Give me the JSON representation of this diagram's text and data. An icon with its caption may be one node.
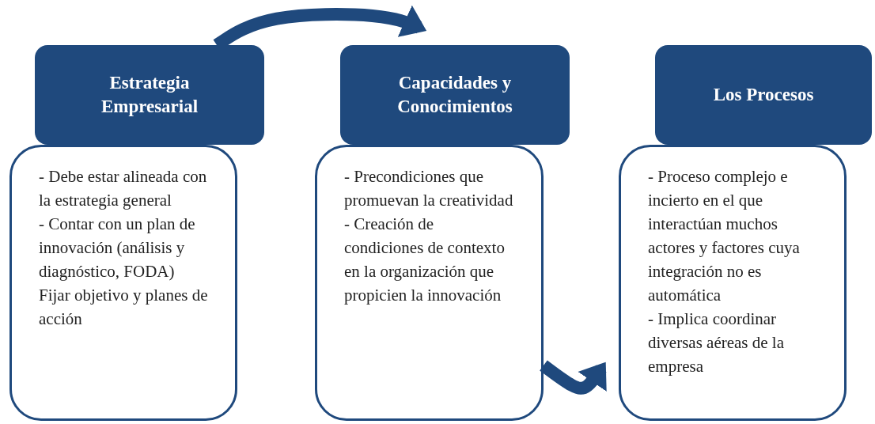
{
  "diagram": {
    "nodes": [
      {
        "text": [
          "Estrategia Empresarial"
        ]
      },
      {
        "text": [
          "- Debe estar alineada con la estrategia general",
          "- Contar con un plan de innovación (análisis y diagnóstico, FODA) Fijar objetivo y planes de acción"
        ]
      },
      {
        "text": [
          "Capacidades y Conocimientos"
        ]
      },
      {
        "text": [
          "- Precondiciones que promuevan la creatividad",
          "- Creación de condiciones de contexto en la organización que propicien la innovación"
        ]
      },
      {
        "text": [
          "Los Procesos"
        ]
      },
      {
        "text": [
          "- Proceso complejo e incierto en el que interactúan muchos actores y factores cuya integración no es automática",
          "- Implica coordinar diversas aéreas de la empresa"
        ]
      }
    ],
    "edges": [
      {
        "from": 0,
        "to": 2,
        "arrow": "to"
      },
      {
        "from": 3,
        "to": 5,
        "arrow": "to"
      }
    ]
  }
}
